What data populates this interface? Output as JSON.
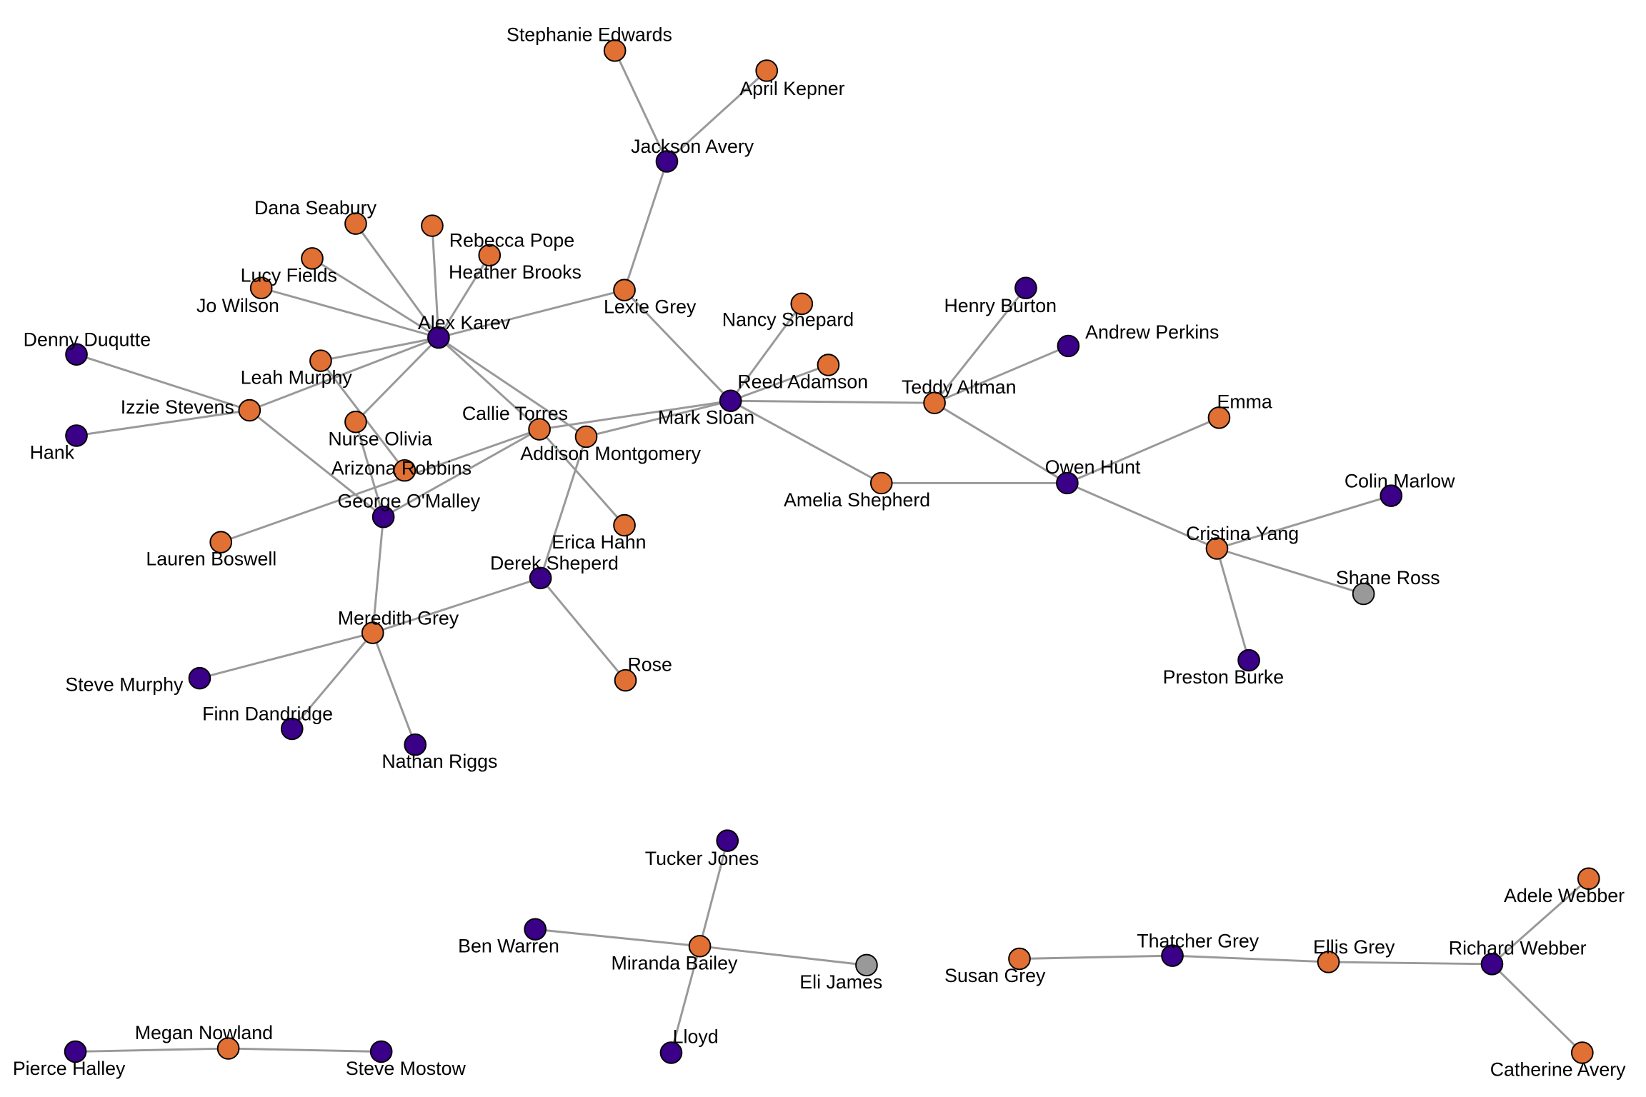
{
  "colors": {
    "group_a": "#E07033",
    "group_b": "#3A0088",
    "group_c": "#999999",
    "edge": "#999999",
    "node_outline": "#000000",
    "background": "#FFFFFF"
  },
  "legend_note": "Node fill indicates group: orange, purple, gray",
  "nodes": [
    {
      "id": "stephanie_edwards",
      "label": "Stephanie Edwards",
      "group": "group_a"
    },
    {
      "id": "april_kepner",
      "label": "April Kepner",
      "group": "group_a"
    },
    {
      "id": "jackson_avery",
      "label": "Jackson Avery",
      "group": "group_b"
    },
    {
      "id": "dana_seabury",
      "label": "Dana Seabury",
      "group": "group_a"
    },
    {
      "id": "rebecca_pope",
      "label": "Rebecca Pope",
      "group": "group_a"
    },
    {
      "id": "heather_brooks",
      "label": "Heather Brooks",
      "group": "group_a"
    },
    {
      "id": "lucy_fields",
      "label": "Lucy Fields",
      "group": "group_a"
    },
    {
      "id": "jo_wilson",
      "label": "Jo Wilson",
      "group": "group_a"
    },
    {
      "id": "alex_karev",
      "label": "Alex Karev",
      "group": "group_b"
    },
    {
      "id": "lexie_grey",
      "label": "Lexie Grey",
      "group": "group_a"
    },
    {
      "id": "nancy_shepard",
      "label": "Nancy Shepard",
      "group": "group_a"
    },
    {
      "id": "henry_burton",
      "label": "Henry Burton",
      "group": "group_b"
    },
    {
      "id": "andrew_perkins",
      "label": "Andrew Perkins",
      "group": "group_b"
    },
    {
      "id": "denny_duqutte",
      "label": "Denny Duqutte",
      "group": "group_b"
    },
    {
      "id": "leah_murphy",
      "label": "Leah Murphy",
      "group": "group_a"
    },
    {
      "id": "reed_adamson",
      "label": "Reed Adamson",
      "group": "group_a"
    },
    {
      "id": "mark_sloan",
      "label": "Mark Sloan",
      "group": "group_b"
    },
    {
      "id": "teddy_altman",
      "label": "Teddy Altman",
      "group": "group_a"
    },
    {
      "id": "izzie_stevens",
      "label": "Izzie Stevens",
      "group": "group_a"
    },
    {
      "id": "hank",
      "label": "Hank",
      "group": "group_b"
    },
    {
      "id": "nurse_olivia",
      "label": "Nurse Olivia",
      "group": "group_a"
    },
    {
      "id": "callie_torres",
      "label": "Callie Torres",
      "group": "group_a"
    },
    {
      "id": "addison_montgomery",
      "label": "Addison Montgomery",
      "group": "group_a"
    },
    {
      "id": "emma",
      "label": "Emma",
      "group": "group_a"
    },
    {
      "id": "arizona_robbins",
      "label": "Arizona Robbins",
      "group": "group_a"
    },
    {
      "id": "owen_hunt",
      "label": "Owen Hunt",
      "group": "group_b"
    },
    {
      "id": "amelia_shepherd",
      "label": "Amelia Shepherd",
      "group": "group_a"
    },
    {
      "id": "george_omalley",
      "label": "George O'Malley",
      "group": "group_b"
    },
    {
      "id": "colin_marlow",
      "label": "Colin Marlow",
      "group": "group_b"
    },
    {
      "id": "lauren_boswell",
      "label": "Lauren Boswell",
      "group": "group_a"
    },
    {
      "id": "erica_hahn",
      "label": "Erica Hahn",
      "group": "group_a"
    },
    {
      "id": "cristina_yang",
      "label": "Cristina Yang",
      "group": "group_a"
    },
    {
      "id": "derek_sheperd",
      "label": "Derek Sheperd",
      "group": "group_b"
    },
    {
      "id": "shane_ross",
      "label": "Shane Ross",
      "group": "group_c"
    },
    {
      "id": "meredith_grey",
      "label": "Meredith Grey",
      "group": "group_a"
    },
    {
      "id": "rose",
      "label": "Rose",
      "group": "group_a"
    },
    {
      "id": "preston_burke",
      "label": "Preston Burke",
      "group": "group_b"
    },
    {
      "id": "steve_murphy",
      "label": "Steve Murphy",
      "group": "group_b"
    },
    {
      "id": "finn_dandridge",
      "label": "Finn Dandridge",
      "group": "group_b"
    },
    {
      "id": "nathan_riggs",
      "label": "Nathan Riggs",
      "group": "group_b"
    },
    {
      "id": "tucker_jones",
      "label": "Tucker Jones",
      "group": "group_b"
    },
    {
      "id": "adele_webber",
      "label": "Adele Webber",
      "group": "group_a"
    },
    {
      "id": "ben_warren",
      "label": "Ben Warren",
      "group": "group_b"
    },
    {
      "id": "miranda_bailey",
      "label": "Miranda Bailey",
      "group": "group_a"
    },
    {
      "id": "eli_james",
      "label": "Eli James",
      "group": "group_c"
    },
    {
      "id": "susan_grey",
      "label": "Susan Grey",
      "group": "group_a"
    },
    {
      "id": "thatcher_grey",
      "label": "Thatcher Grey",
      "group": "group_b"
    },
    {
      "id": "ellis_grey",
      "label": "Ellis Grey",
      "group": "group_a"
    },
    {
      "id": "richard_webber",
      "label": "Richard Webber",
      "group": "group_b"
    },
    {
      "id": "megan_nowland",
      "label": "Megan Nowland",
      "group": "group_a"
    },
    {
      "id": "lloyd",
      "label": "Lloyd",
      "group": "group_b"
    },
    {
      "id": "pierce_halley",
      "label": "Pierce Halley",
      "group": "group_b"
    },
    {
      "id": "steve_mostow",
      "label": "Steve Mostow",
      "group": "group_b"
    },
    {
      "id": "catherine_avery",
      "label": "Catherine Avery",
      "group": "group_a"
    }
  ],
  "edges": [
    [
      "stephanie_edwards",
      "jackson_avery"
    ],
    [
      "april_kepner",
      "jackson_avery"
    ],
    [
      "jackson_avery",
      "lexie_grey"
    ],
    [
      "lexie_grey",
      "alex_karev"
    ],
    [
      "lexie_grey",
      "mark_sloan"
    ],
    [
      "alex_karev",
      "dana_seabury"
    ],
    [
      "alex_karev",
      "rebecca_pope"
    ],
    [
      "alex_karev",
      "heather_brooks"
    ],
    [
      "alex_karev",
      "lucy_fields"
    ],
    [
      "alex_karev",
      "jo_wilson"
    ],
    [
      "alex_karev",
      "leah_murphy"
    ],
    [
      "alex_karev",
      "izzie_stevens"
    ],
    [
      "alex_karev",
      "nurse_olivia"
    ],
    [
      "alex_karev",
      "callie_torres"
    ],
    [
      "alex_karev",
      "addison_montgomery"
    ],
    [
      "leah_murphy",
      "arizona_robbins"
    ],
    [
      "izzie_stevens",
      "denny_duqutte"
    ],
    [
      "izzie_stevens",
      "hank"
    ],
    [
      "izzie_stevens",
      "george_omalley"
    ],
    [
      "nurse_olivia",
      "george_omalley"
    ],
    [
      "callie_torres",
      "george_omalley"
    ],
    [
      "callie_torres",
      "lauren_boswell"
    ],
    [
      "callie_torres",
      "mark_sloan"
    ],
    [
      "callie_torres",
      "erica_hahn"
    ],
    [
      "addison_montgomery",
      "mark_sloan"
    ],
    [
      "addison_montgomery",
      "derek_sheperd"
    ],
    [
      "george_omalley",
      "meredith_grey"
    ],
    [
      "meredith_grey",
      "derek_sheperd"
    ],
    [
      "meredith_grey",
      "steve_murphy"
    ],
    [
      "meredith_grey",
      "finn_dandridge"
    ],
    [
      "meredith_grey",
      "nathan_riggs"
    ],
    [
      "derek_sheperd",
      "rose"
    ],
    [
      "mark_sloan",
      "nancy_shepard"
    ],
    [
      "mark_sloan",
      "reed_adamson"
    ],
    [
      "mark_sloan",
      "teddy_altman"
    ],
    [
      "mark_sloan",
      "amelia_shepherd"
    ],
    [
      "teddy_altman",
      "henry_burton"
    ],
    [
      "teddy_altman",
      "andrew_perkins"
    ],
    [
      "teddy_altman",
      "owen_hunt"
    ],
    [
      "amelia_shepherd",
      "owen_hunt"
    ],
    [
      "owen_hunt",
      "emma"
    ],
    [
      "owen_hunt",
      "cristina_yang"
    ],
    [
      "cristina_yang",
      "colin_marlow"
    ],
    [
      "cristina_yang",
      "shane_ross"
    ],
    [
      "cristina_yang",
      "preston_burke"
    ],
    [
      "miranda_bailey",
      "tucker_jones"
    ],
    [
      "miranda_bailey",
      "ben_warren"
    ],
    [
      "miranda_bailey",
      "eli_james"
    ],
    [
      "miranda_bailey",
      "lloyd"
    ],
    [
      "susan_grey",
      "thatcher_grey"
    ],
    [
      "thatcher_grey",
      "ellis_grey"
    ],
    [
      "ellis_grey",
      "richard_webber"
    ],
    [
      "richard_webber",
      "adele_webber"
    ],
    [
      "richard_webber",
      "catherine_avery"
    ],
    [
      "megan_nowland",
      "pierce_halley"
    ],
    [
      "megan_nowland",
      "steve_mostow"
    ]
  ]
}
